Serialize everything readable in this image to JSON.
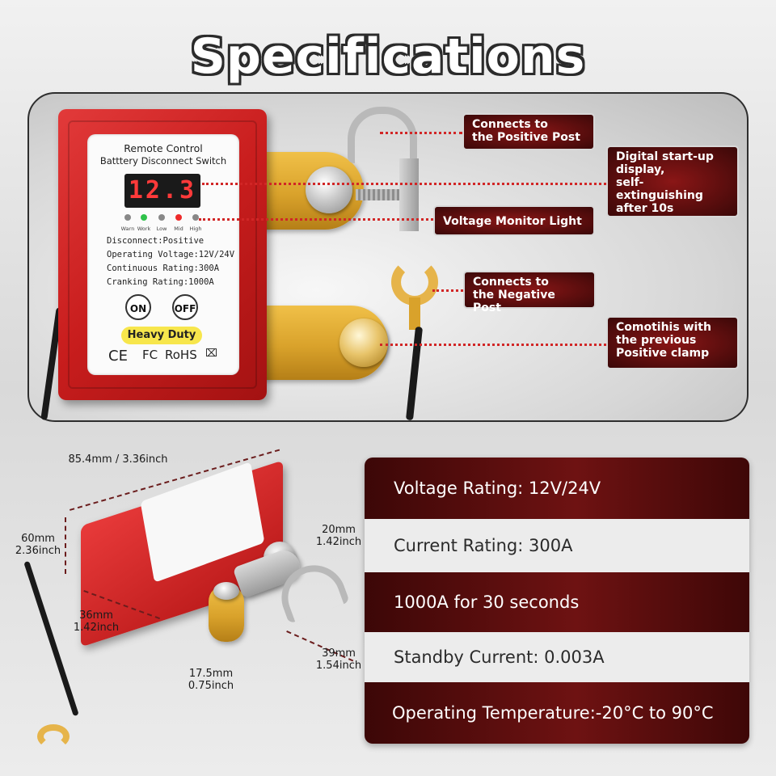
{
  "title": "Specifications",
  "device": {
    "label_title_line1": "Remote Control",
    "label_title_line2": "Batttery Disconnect Switch",
    "display_value": "12.3",
    "leds": [
      "Warn",
      "Work",
      "Low",
      "Mid",
      "High"
    ],
    "spec_lines": [
      "Disconnect:Positive",
      "Operating Voltage:12V/24V",
      "Continuous Rating:300A",
      "Cranking Rating:1000A"
    ],
    "on_label": "ON",
    "off_label": "OFF",
    "badge": "Heavy Duty",
    "certs": [
      "CE",
      "FC",
      "RoHS",
      "⌧"
    ]
  },
  "callouts": {
    "positive_post": [
      "Connects to",
      "the Positive Post"
    ],
    "display": [
      "Digital start-up",
      "display,",
      "self-extinguishing",
      "after 10s"
    ],
    "voltage_light": [
      "Voltage Monitor Light"
    ],
    "negative_post": [
      "Connects to",
      "the Negative Post"
    ],
    "combine": [
      "Comotihis with",
      "the previous",
      "Positive clamp"
    ]
  },
  "dimensions": {
    "width": "85.4mm / 3.36inch",
    "height": [
      "60mm",
      "2.36inch"
    ],
    "depth": [
      "36mm",
      "1.42inch"
    ],
    "clamp_w": [
      "20mm",
      "1.42inch"
    ],
    "clamp_l": [
      "39mm",
      "1.54inch"
    ],
    "terminal": [
      "17.5mm",
      "0.75inch"
    ]
  },
  "specs": [
    "Voltage Rating: 12V/24V",
    "Current Rating: 300A",
    "1000A for 30 seconds",
    "Standby Current: 0.003A",
    "Operating Temperature:-20°C to 90°C"
  ],
  "colors": {
    "accent": "#c81d1d",
    "callout_bg": "#5a0d0d",
    "spec_dark": "#4a0909",
    "spec_light": "#ececec"
  }
}
